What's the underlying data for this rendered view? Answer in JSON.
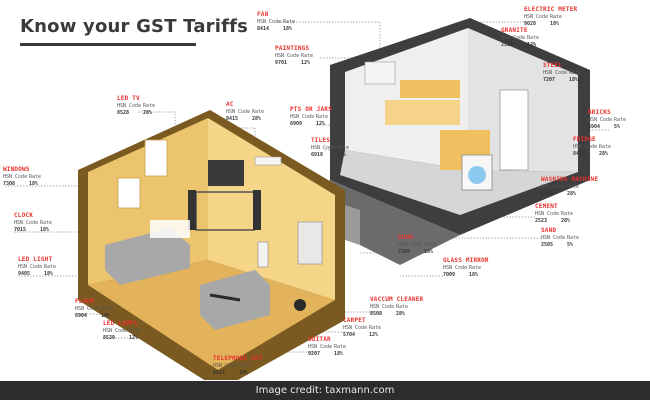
{
  "title": "Know your GST Tariffs",
  "header_code": "HSN Code",
  "header_rate": "Rate",
  "credit": "Image credit: taxmann.com",
  "items": [
    {
      "name": "FAN",
      "code": "8414",
      "rate": "18%"
    },
    {
      "name": "ELECTRIC METER",
      "code": "9028",
      "rate": "18%"
    },
    {
      "name": "GRANITE",
      "code": "2516",
      "rate": "12%"
    },
    {
      "name": "PAINTINGS",
      "code": "9701",
      "rate": "12%"
    },
    {
      "name": "STEEL",
      "code": "7207",
      "rate": "18%"
    },
    {
      "name": "LED TV",
      "code": "8528",
      "rate": "28%"
    },
    {
      "name": "AC",
      "code": "8415",
      "rate": "28%"
    },
    {
      "name": "PTS OR JARS",
      "code": "6909",
      "rate": "12%"
    },
    {
      "name": "BRICKS",
      "code": "6904",
      "rate": "5%"
    },
    {
      "name": "TILES",
      "code": "6918",
      "rate": "18%"
    },
    {
      "name": "FRIDGE",
      "code": "8418",
      "rate": "28%"
    },
    {
      "name": "WINDOWS",
      "code": "7308",
      "rate": "18%"
    },
    {
      "name": "WASHING MACHINE",
      "code": "8450",
      "rate": "28%"
    },
    {
      "name": "CEMENT",
      "code": "2523",
      "rate": "28%"
    },
    {
      "name": "CLOCK",
      "code": "7015",
      "rate": "18%"
    },
    {
      "name": "SAND",
      "code": "2505",
      "rate": "5%"
    },
    {
      "name": "DOOR",
      "code": "7308",
      "rate": "18%"
    },
    {
      "name": "LED LIGHT",
      "code": "9405",
      "rate": "18%"
    },
    {
      "name": "GLASS MIRROR",
      "code": "7009",
      "rate": "18%"
    },
    {
      "name": "VACCUM CLEANER",
      "code": "8508",
      "rate": "28%"
    },
    {
      "name": "FLOOR",
      "code": "6904",
      "rate": "18%"
    },
    {
      "name": "CARPET",
      "code": "5704",
      "rate": "12%"
    },
    {
      "name": "LED LAMPS",
      "code": "8539",
      "rate": "12%"
    },
    {
      "name": "GUITAR",
      "code": "9207",
      "rate": "18%"
    },
    {
      "name": "TELEPHONE SET",
      "code": "8517",
      "rate": "18%"
    }
  ]
}
